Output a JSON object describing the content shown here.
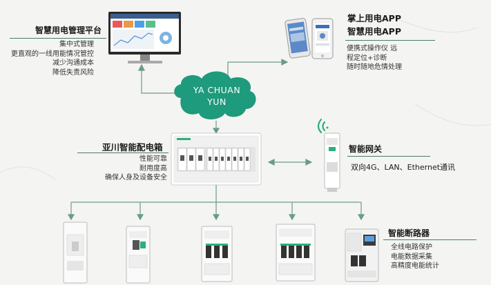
{
  "platform": {
    "title": "智慧用电管理平台",
    "features": [
      "集中式管理",
      "更直观的一线用能情况管控",
      "减少沟通成本",
      "降低失责风险"
    ]
  },
  "app": {
    "title_line1": "掌上用电APP",
    "title_line2": "智慧用电APP",
    "features": [
      "便携式操作仪 远",
      "程定位+诊断",
      "随时随地危情处理"
    ]
  },
  "cloud": {
    "line1": "YA CHUAN",
    "line2": "YUN"
  },
  "box": {
    "title": "亚川智能配电箱",
    "features": [
      "性能可靠",
      "耐用度高",
      "确保人身及设备安全"
    ]
  },
  "gateway": {
    "title": "智能网关",
    "desc": "双向4G、LAN、Ethernet通讯"
  },
  "breaker": {
    "title": "智能断路器",
    "features": [
      "全线电路保护",
      "电能数据采集",
      "高精度电能统计"
    ]
  },
  "colors": {
    "cloud": "#1e9a7c",
    "line": "#5a8a7c",
    "accent": "#2bb07a"
  }
}
